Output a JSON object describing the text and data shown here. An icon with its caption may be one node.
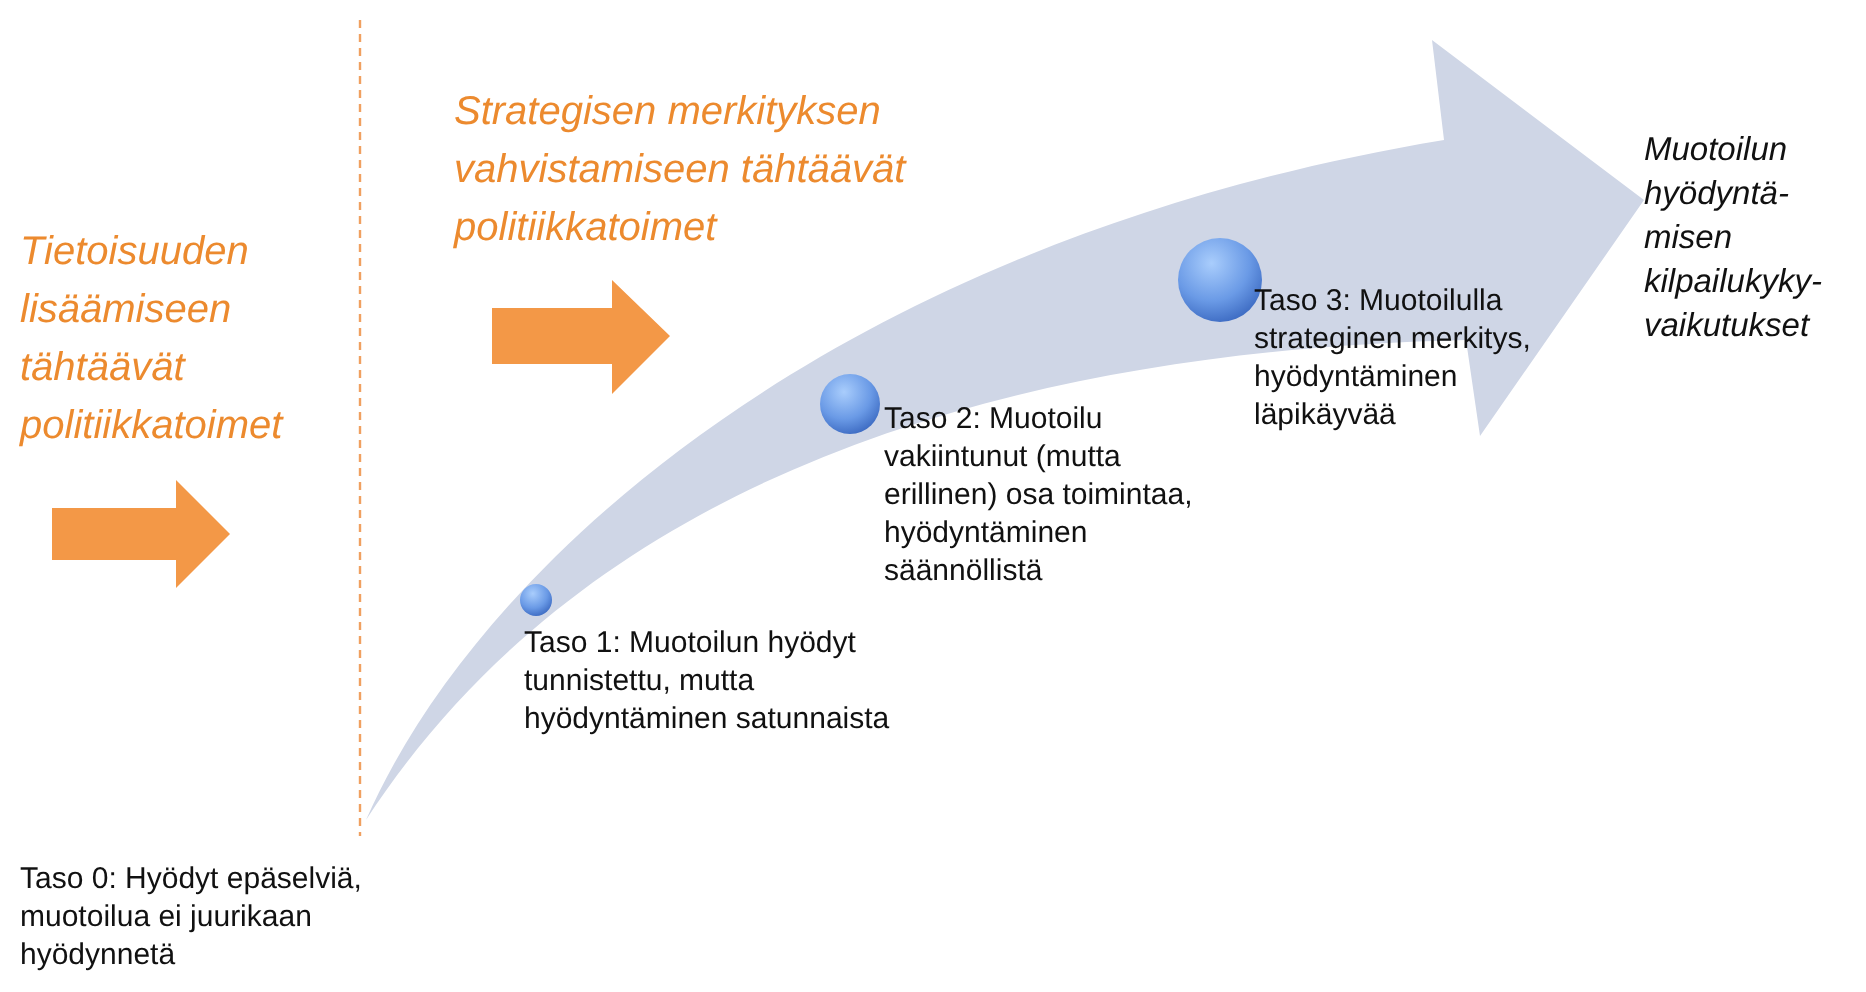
{
  "diagram": {
    "nodes": [
      {
        "text": [],
        "shape": "circle",
        "beside": [
          "Taso 1: Muotoilun hyödyt tunnistettu, mutta hyödyntäminen satunnaista"
        ]
      },
      {
        "text": [],
        "shape": "circle",
        "beside": [
          "Taso 2: Muotoilu vakiintunut (mutta erillinen) osa toimintaa, hyödyntäminen säännöllistä"
        ]
      },
      {
        "text": [],
        "shape": "circle",
        "beside": [
          "Taso 3: Muotoilulla strateginen merkitys, hyödyntäminen läpikäyvää"
        ]
      }
    ],
    "labels": [
      "Strategisen merkityksen vahvistamiseen tähtäävät politiikkatoimet",
      "Tietoisuuden lisäämiseen tähtäävät politiikkatoimet",
      "Muotoilun hyödyntä- misen kilpailukyky- vaikutukset",
      "Taso 0: Hyödyt epäselviä, muotoilua ei juurikaan hyödynnetä"
    ]
  }
}
